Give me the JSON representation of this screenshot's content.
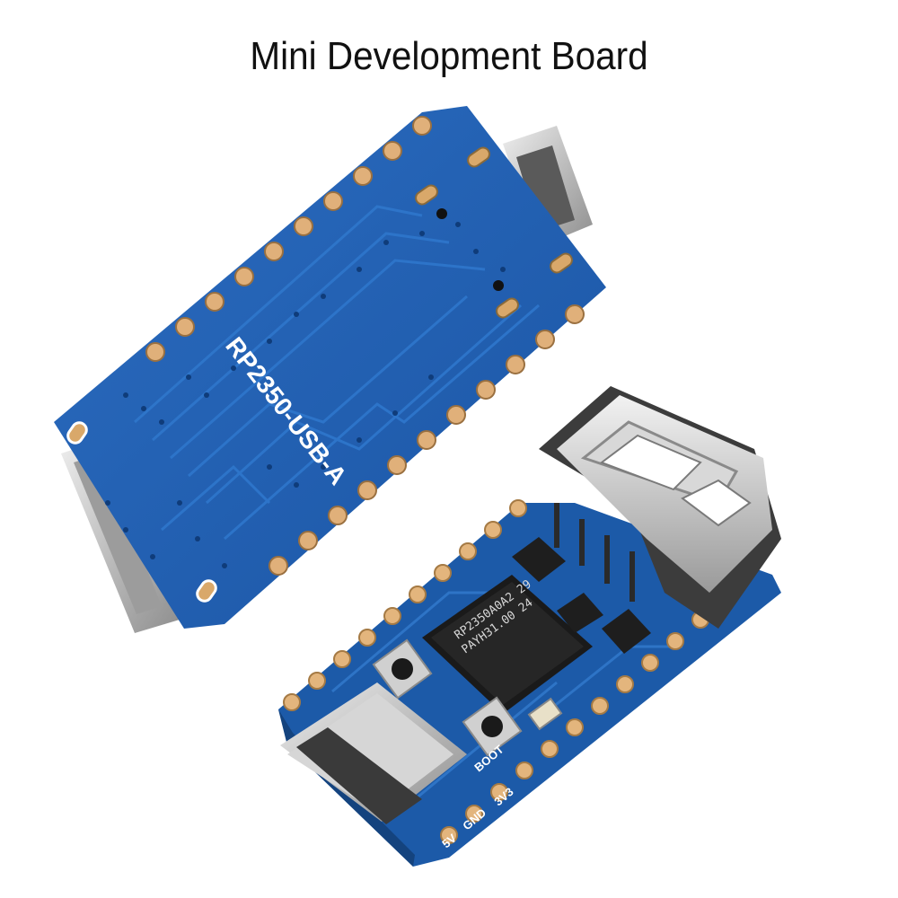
{
  "title": "Mini Development Board",
  "board": {
    "silkscreen_back": "RP2350-USB-A",
    "chip_line1": "RP2350A0A2 29",
    "chip_line2": "PAYH31.00 24",
    "pin_gnd": "GND",
    "pin_5v": "5V",
    "pin_3v3": "3V3",
    "pin_boot": "BOOT"
  },
  "colors": {
    "pcb_blue": "#1f5fb0",
    "pad_gold": "#d9a86a",
    "metal": "#c8c8c8"
  }
}
